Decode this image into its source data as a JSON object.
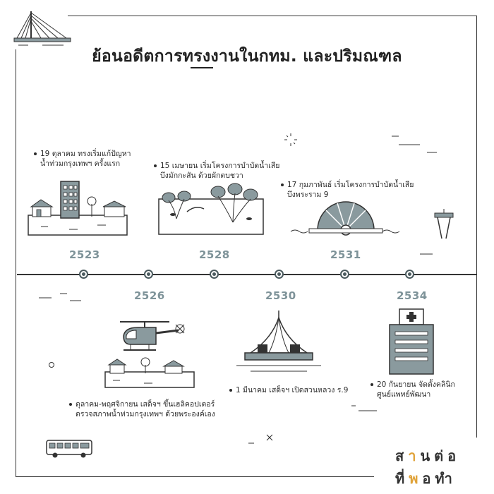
{
  "title": "ย้อนอดีตการทรงงานในกทม. และปริมณฑล",
  "years": {
    "y2523": "2523",
    "y2526": "2526",
    "y2528": "2528",
    "y2530": "2530",
    "y2531": "2531",
    "y2534": "2534"
  },
  "events": {
    "e2523": [
      "19 ตุลาคม ทรงเริ่มแก้ปัญหา",
      "น้ำท่วมกรุงเทพฯ ครั้งแรก"
    ],
    "e2528": [
      "15 เมษายน เริ่มโครงการบำบัดน้ำเสีย",
      "บึงมักกะสัน ด้วยผักตบชวา"
    ],
    "e2531": [
      "17 กุมภาพันธ์ เริ่มโครงการบำบัดน้ำเสีย",
      "บึงพระราม 9"
    ],
    "e2526": [
      "ตุลาคม-พฤศจิกายน เสด็จฯ ขึ้นเฮลิคอปเตอร์",
      "ตรวจสภาพน้ำท่วมกรุงเทพฯ ด้วยพระองค์เอง"
    ],
    "e2530": [
      "1 มีนาคม เสด็จฯ เปิดสวนหลวง ร.9"
    ],
    "e2534": [
      "20 กันยายน จัดตั้งคลินิก",
      "ศูนย์แพทย์พัฒนา"
    ]
  },
  "logo": {
    "line1_a": "ส",
    "line1_accent": "า",
    "line1_b": "นต่อ",
    "line2_a": "ที่",
    "line2_accent": "พ",
    "line2_b": "อทำ"
  },
  "colors": {
    "accent_gray": "#7e9399",
    "fill_gray": "#8a9a9e",
    "logo_accent": "#e0a33a"
  }
}
